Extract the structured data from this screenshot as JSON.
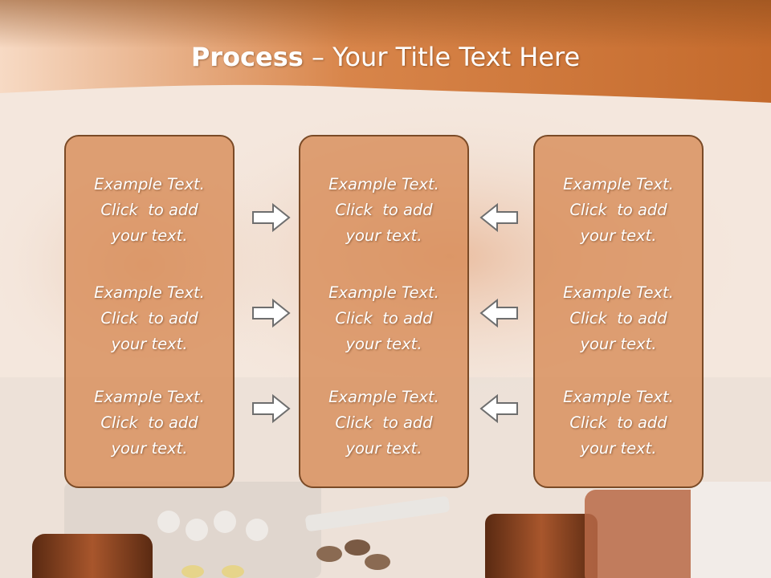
{
  "slide": {
    "title_bold": "Process",
    "title_rest": " – Your Title Text Here"
  },
  "columns": [
    {
      "items": [
        {
          "line1": "Example Text.",
          "line2": "Click  to add",
          "line3": "your text."
        },
        {
          "line1": "Example Text.",
          "line2": "Click  to add",
          "line3": "your text."
        },
        {
          "line1": "Example Text.",
          "line2": "Click  to add",
          "line3": "your text."
        }
      ]
    },
    {
      "items": [
        {
          "line1": "Example Text.",
          "line2": "Click  to add",
          "line3": "your text."
        },
        {
          "line1": "Example Text.",
          "line2": "Click  to add",
          "line3": "your text."
        },
        {
          "line1": "Example Text.",
          "line2": "Click  to add",
          "line3": "your text."
        }
      ]
    },
    {
      "items": [
        {
          "line1": "Example Text.",
          "line2": "Click  to add",
          "line3": "your text."
        },
        {
          "line1": "Example Text.",
          "line2": "Click  to add",
          "line3": "your text."
        },
        {
          "line1": "Example Text.",
          "line2": "Click  to add",
          "line3": "your text."
        }
      ]
    }
  ],
  "arrows": {
    "left_group_icon": "arrow-right-icon",
    "right_group_icon": "arrow-left-icon"
  },
  "colors": {
    "header_orange": "#c86a26",
    "box_fill": "#d88e5a",
    "box_border": "#7a4a26",
    "arrow_fill": "#ffffff",
    "arrow_stroke": "#6e6e6e"
  }
}
